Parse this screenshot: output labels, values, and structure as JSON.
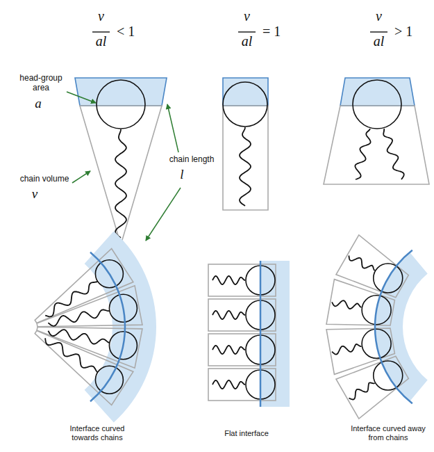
{
  "diagram": {
    "labels": [
      "v",
      "al",
      "< 1",
      "v",
      "al",
      "= 1",
      "v",
      "al",
      "> 1",
      "head-group area",
      "a",
      "chain length",
      "l",
      "chain volume",
      "v",
      "Interface curved towards chains",
      "Flat interface",
      "Interface curved away from chains"
    ]
  }
}
